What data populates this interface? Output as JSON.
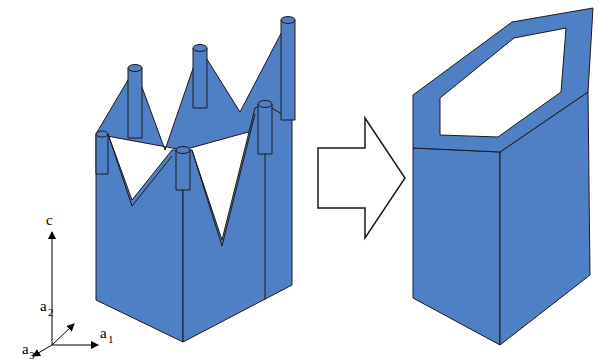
{
  "diagram": {
    "labels": [
      "c",
      "a",
      "2",
      "a",
      "1",
      "a",
      "3"
    ]
  }
}
